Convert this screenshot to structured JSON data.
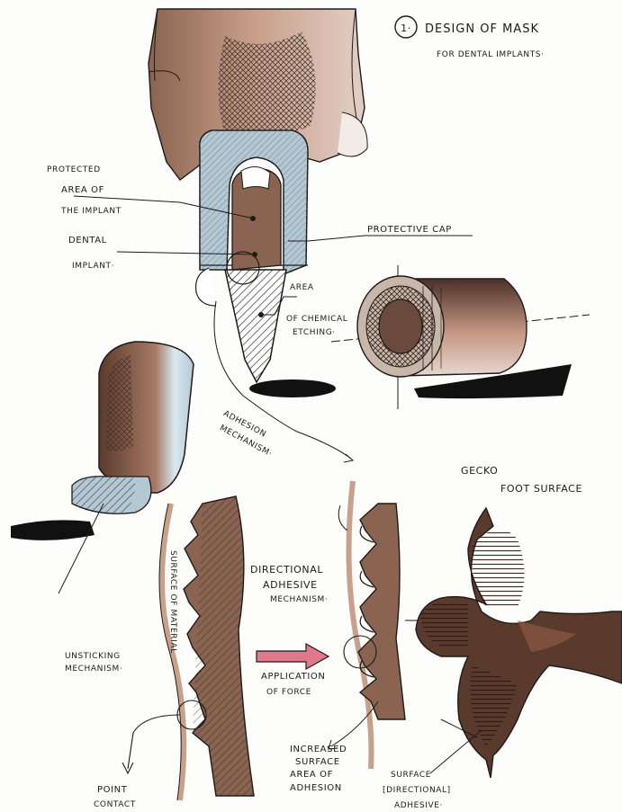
{
  "title": {
    "number": "1·",
    "line1": "DESIGN OF MASK",
    "line2": "FOR DENTAL IMPLANTS·"
  },
  "labels": {
    "protected_area": [
      "PROTECTED",
      "AREA OF",
      "THE IMPLANT"
    ],
    "dental_implant": [
      "DENTAL",
      "IMPLANT·"
    ],
    "protective_cap": "PROTECTIVE CAP",
    "chemical_etching": [
      "AREA",
      "OF CHEMICAL",
      "ETCHING·"
    ],
    "adhesion_mechanism": [
      "ADHESION",
      "MECHANISM·"
    ],
    "gecko": [
      "GECKO",
      "FOOT SURFACE"
    ],
    "surface_of_material": "SURFACE OF MATERIAL",
    "directional_adhesive": [
      "DIRECTIONAL",
      "ADHESIVE",
      "MECHANISM·"
    ],
    "unsticking": [
      "UNSTICKING",
      "MECHANISM·"
    ],
    "application_of_force": [
      "APPLICATION",
      "OF FORCE"
    ],
    "increased_surface": [
      "INCREASED",
      "SURFACE",
      "AREA OF",
      "ADHESION"
    ],
    "surface_directional": [
      "SURFACE",
      "[DIRECTIONAL]",
      "ADHESIVE·"
    ],
    "point_contact": [
      "POINT",
      "CONTACT"
    ]
  },
  "colors": {
    "ink": "#1e1a18",
    "tooth_brown": "#8a6450",
    "skin_tan": "#c9a08c",
    "cap_blue": "#b4c8d4",
    "gecko_dark": "#5a3a2c",
    "force_pink": "#e07a8a"
  }
}
